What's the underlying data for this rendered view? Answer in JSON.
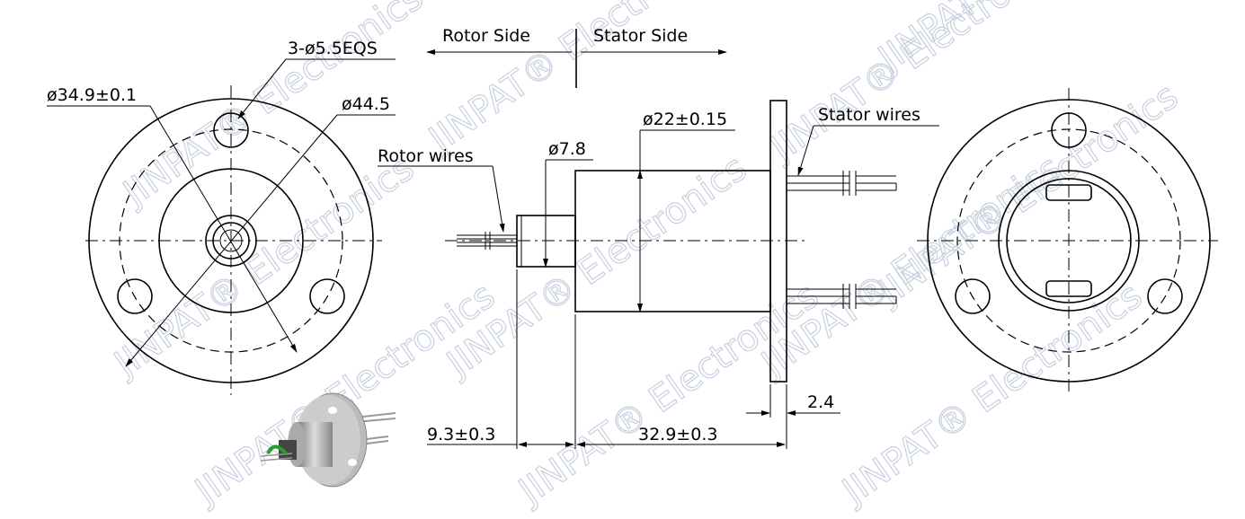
{
  "watermark": "JINPAT® Electronics",
  "labels": {
    "rotor_side": "Rotor  Side",
    "stator_side": "Stator  Side",
    "holes": "3-ø5.5EQS",
    "inner_dia": "ø34.9±0.1",
    "outer_dia": "ø44.5",
    "rotor_wires": "Rotor  wires",
    "shaft_dia": "ø7.8",
    "body_dia": "ø22±0.15",
    "stator_wires": "Stator  wires",
    "flange_thickness": "2.4",
    "shaft_length": "9.3±0.3",
    "body_length": "32.9±0.3"
  },
  "colors": {
    "line": "#000000",
    "watermark": "#c8d0e0",
    "accent_green": "#22a02a"
  }
}
